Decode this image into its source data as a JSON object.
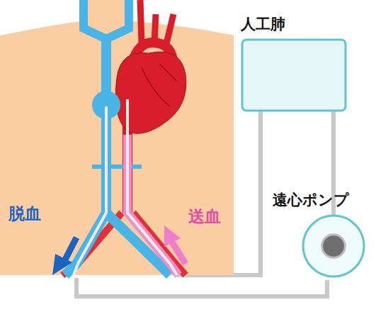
{
  "diagram": {
    "nodes": [
      {
        "text": [
          "人工肺"
        ]
      },
      {
        "text": [
          "遠心ポンプ"
        ]
      }
    ],
    "edges": [
      {
        "from": 1,
        "to": 0,
        "arrow": "none"
      }
    ],
    "labels": [
      "脱血",
      "送血"
    ]
  }
}
